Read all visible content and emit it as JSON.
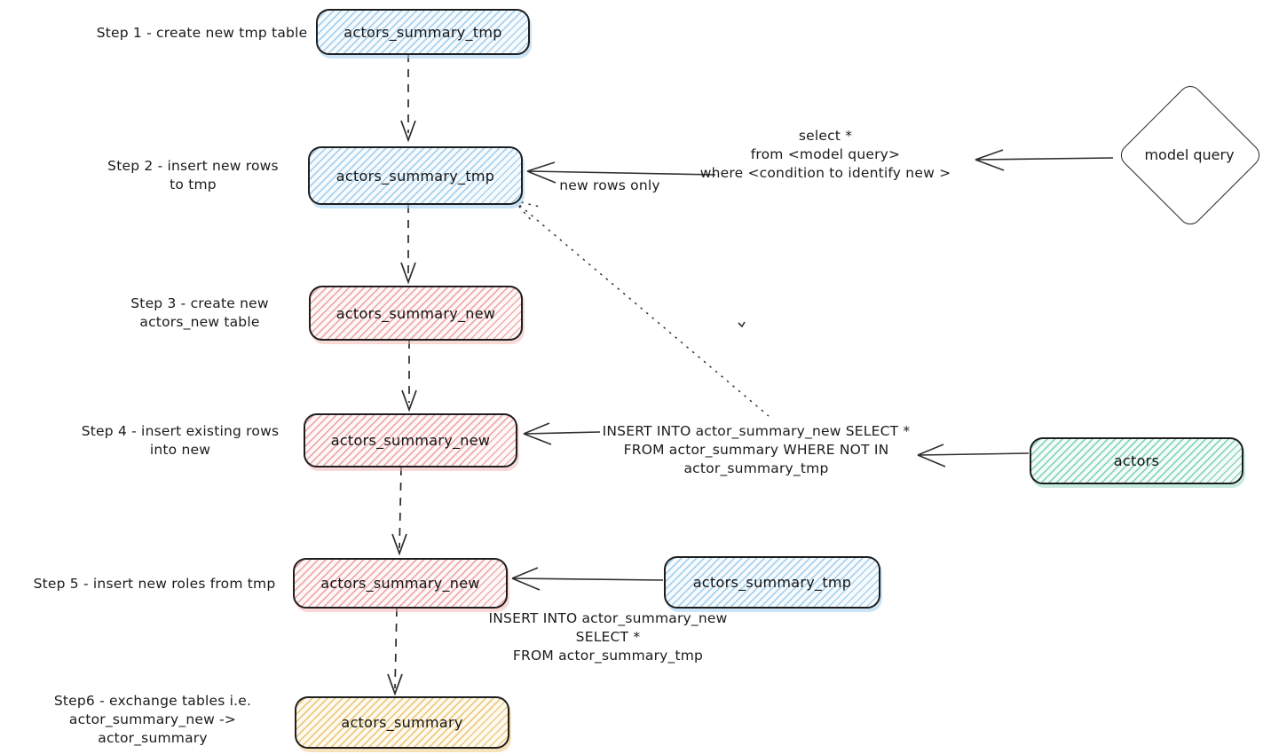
{
  "diagram": {
    "steps": {
      "step1": {
        "label": "Step 1 - create new tmp table",
        "node": "actors_summary_tmp"
      },
      "step2": {
        "label_line1": "Step 2 - insert new rows",
        "label_line2": "to tmp",
        "node": "actors_summary_tmp"
      },
      "step3": {
        "label_line1": "Step 3 - create new",
        "label_line2": "actors_new table",
        "node": "actors_summary_new"
      },
      "step4": {
        "label_line1": "Step 4 - insert existing rows",
        "label_line2": "into new",
        "node": "actors_summary_new"
      },
      "step5": {
        "label": "Step 5 - insert new roles from tmp",
        "node": "actors_summary_new",
        "source_node": "actors_summary_tmp"
      },
      "step6": {
        "label_line1": "Step6 - exchange tables i.e.",
        "label_line2": "actor_summary_new -> actor_summary",
        "node": "actors_summary"
      }
    },
    "side_nodes": {
      "model_query": "model query",
      "actors": "actors"
    },
    "annotations": {
      "new_rows_only": "new rows only",
      "select_query": [
        "select *",
        "from <model query>",
        "where <condition to identify new >"
      ],
      "insert_existing": [
        "INSERT INTO actor_summary_new SELECT *",
        "FROM actor_summary WHERE NOT IN",
        "actor_summary_tmp"
      ],
      "insert_from_tmp": [
        "INSERT INTO actor_summary_new",
        "SELECT *",
        "FROM actor_summary_tmp"
      ]
    },
    "colors": {
      "stroke": "#1e1e1e",
      "blue_hatch": "#a9d2ef",
      "pink_hatch": "#f2abab",
      "green_hatch": "#89d6ba",
      "yellow_hatch": "#ecca80"
    }
  }
}
